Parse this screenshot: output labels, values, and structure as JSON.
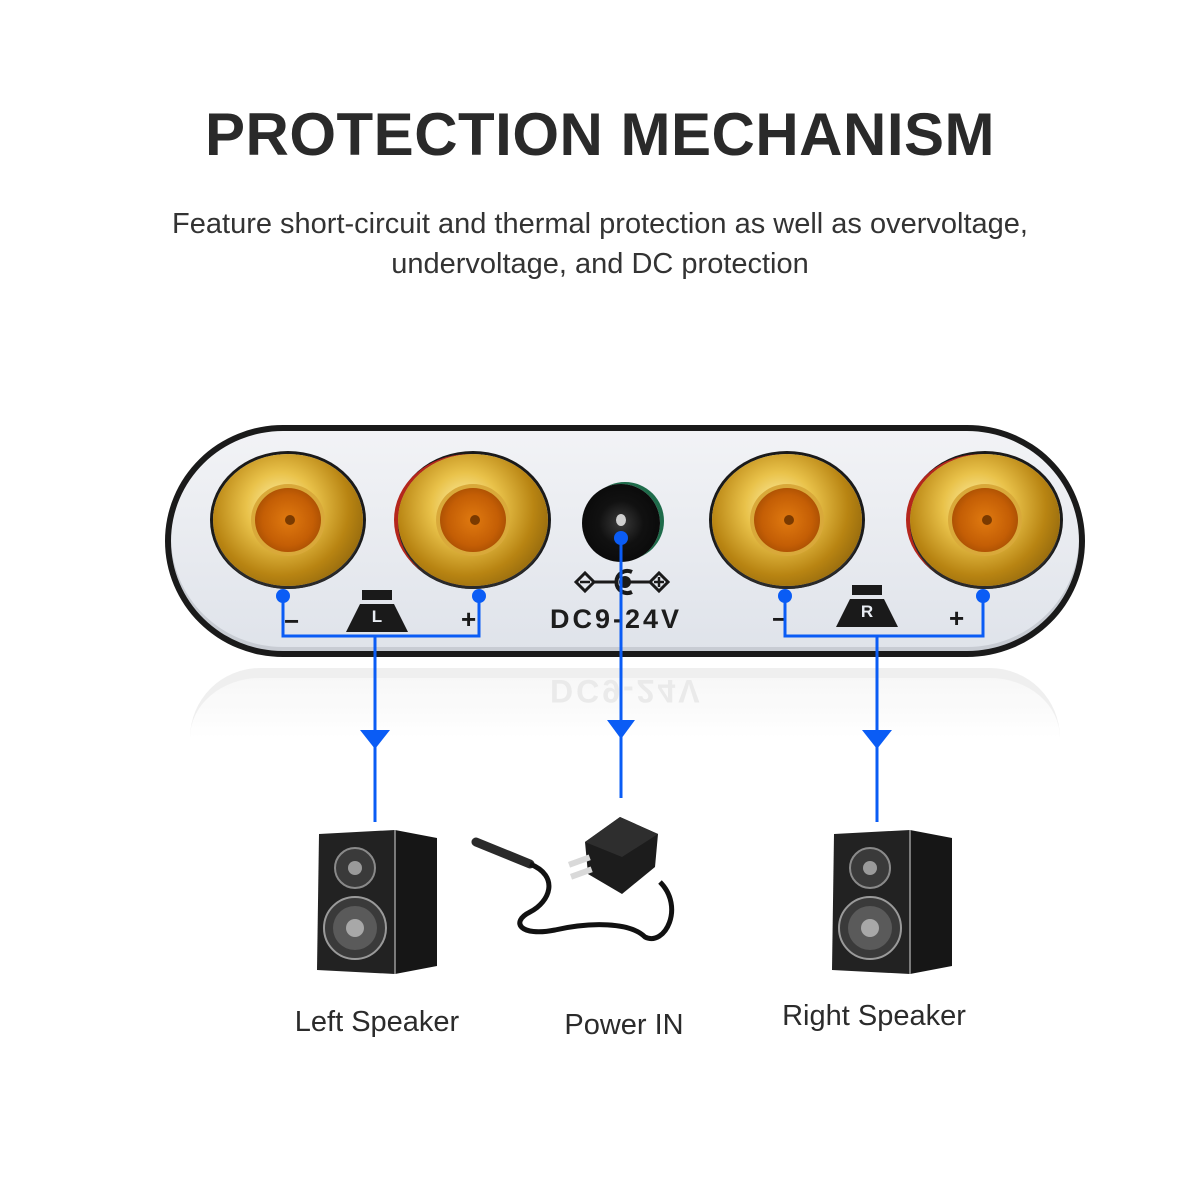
{
  "header": {
    "title": "PROTECTION MECHANISM",
    "subtitle_line1": "Feature short-circuit and thermal protection as well as overvoltage,",
    "subtitle_line2": "undervoltage, and DC protection"
  },
  "panel": {
    "left_channel": {
      "icon": "speaker-left-icon",
      "letter": "L",
      "minus": "−",
      "plus": "+"
    },
    "right_channel": {
      "icon": "speaker-right-icon",
      "letter": "R",
      "minus": "−",
      "plus": "+"
    },
    "power": {
      "icon": "dc-polarity-icon",
      "label": "DC9-24V"
    }
  },
  "devices": [
    {
      "id": "left-speaker",
      "label": "Left Speaker",
      "icon": "speaker-icon"
    },
    {
      "id": "power-in",
      "label": "Power IN",
      "icon": "power-adapter-icon"
    },
    {
      "id": "right-speaker",
      "label": "Right Speaker",
      "icon": "speaker-icon"
    }
  ],
  "colors": {
    "connector_line": "#0a5cf5",
    "title_text": "#2a2a2a",
    "panel_border": "#1a1a1a",
    "gold": "#d9a93a"
  }
}
